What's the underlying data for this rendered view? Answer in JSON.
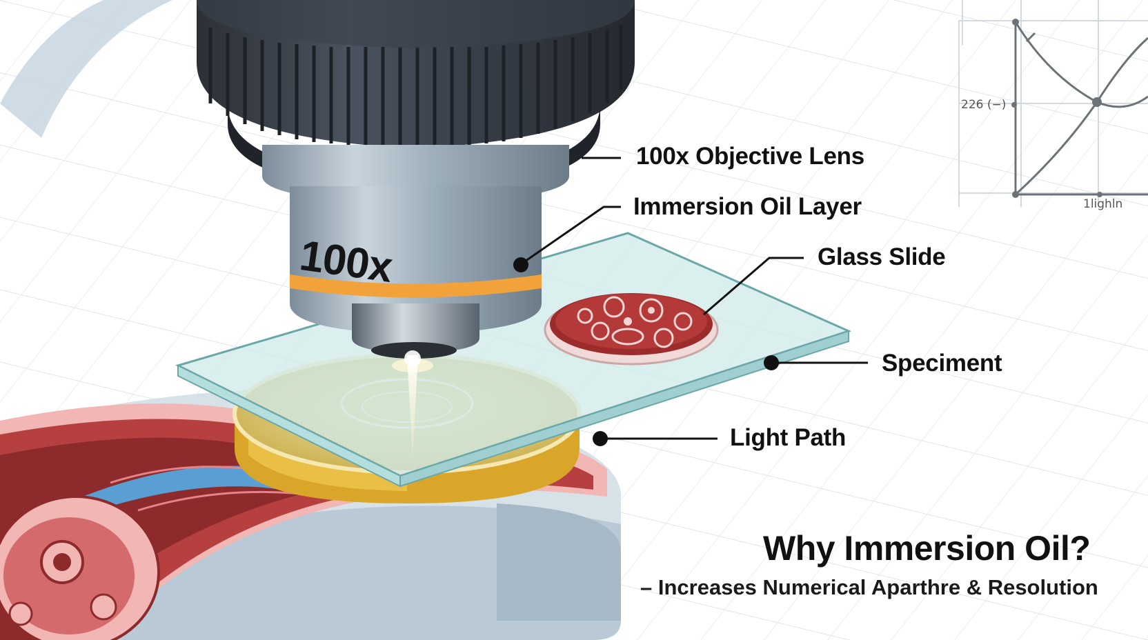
{
  "objective": {
    "magnification_text": "100x",
    "band_color": "#f2a23a"
  },
  "callouts": [
    {
      "id": "objective-lens",
      "text": "100x Objective Lens"
    },
    {
      "id": "immersion-oil",
      "text": "Immersion Oil Layer"
    },
    {
      "id": "glass-slide",
      "text": "Glass Slide"
    },
    {
      "id": "specimen",
      "text": "Speciment"
    },
    {
      "id": "light-path",
      "text": "Light Path"
    }
  ],
  "graph": {
    "y_tick_label": "226 (−)",
    "x_tick_label": "1lighln"
  },
  "headline": {
    "title": "Why Immersion Oil?",
    "subtitle": "– Increases Numerical Aparthre & Resolution"
  },
  "colors": {
    "oil": "#e8c24c",
    "glass": "#cfe9ea",
    "tissue": "#b5403f",
    "vessel": "#5a9fd4",
    "stage": "#b9cad6"
  }
}
